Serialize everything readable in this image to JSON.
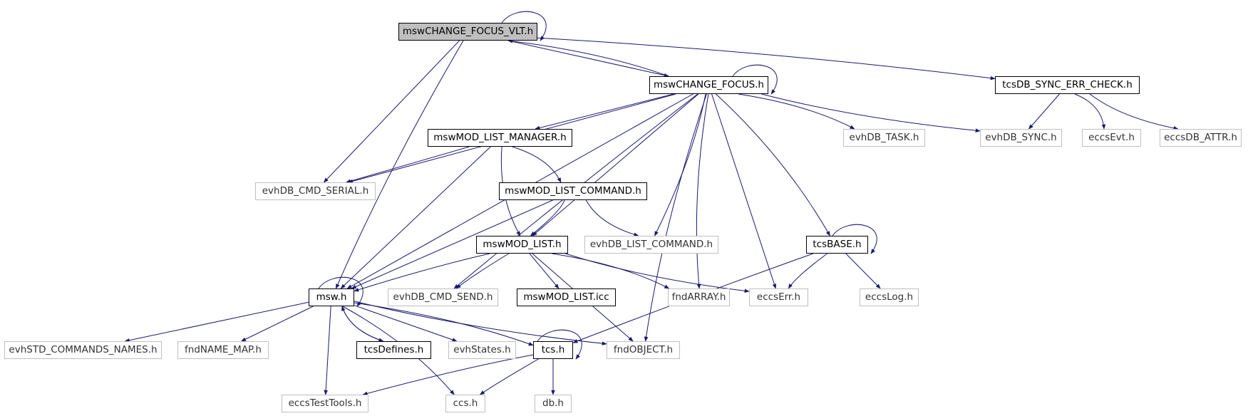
{
  "nodes": {
    "mswCHANGE_FOCUS_VLT": {
      "label": "mswCHANGE_FOCUS_VLT.h",
      "style": "root"
    },
    "mswCHANGE_FOCUS": {
      "label": "mswCHANGE_FOCUS.h",
      "style": "doc"
    },
    "tcsDB_SYNC_ERR_CHECK": {
      "label": "tcsDB_SYNC_ERR_CHECK.h",
      "style": "doc"
    },
    "mswMOD_LIST_MANAGER": {
      "label": "mswMOD_LIST_MANAGER.h",
      "style": "doc"
    },
    "evhDB_TASK": {
      "label": "evhDB_TASK.h",
      "style": "ext"
    },
    "evhDB_SYNC": {
      "label": "evhDB_SYNC.h",
      "style": "ext"
    },
    "eccsEvt": {
      "label": "eccsEvt.h",
      "style": "ext"
    },
    "eccsDB_ATTR": {
      "label": "eccsDB_ATTR.h",
      "style": "ext"
    },
    "evhDB_CMD_SERIAL": {
      "label": "evhDB_CMD_SERIAL.h",
      "style": "ext"
    },
    "mswMOD_LIST_COMMAND": {
      "label": "mswMOD_LIST_COMMAND.h",
      "style": "doc"
    },
    "mswMOD_LIST": {
      "label": "mswMOD_LIST.h",
      "style": "doc"
    },
    "evhDB_LIST_COMMAND": {
      "label": "evhDB_LIST_COMMAND.h",
      "style": "ext"
    },
    "tcsBASE": {
      "label": "tcsBASE.h",
      "style": "doc"
    },
    "msw": {
      "label": "msw.h",
      "style": "doc"
    },
    "evhDB_CMD_SEND": {
      "label": "evhDB_CMD_SEND.h",
      "style": "ext"
    },
    "mswMOD_LIST_icc": {
      "label": "mswMOD_LIST.icc",
      "style": "doc"
    },
    "fndARRAY": {
      "label": "fndARRAY.h",
      "style": "ext"
    },
    "eccsErr": {
      "label": "eccsErr.h",
      "style": "ext"
    },
    "eccsLog": {
      "label": "eccsLog.h",
      "style": "ext"
    },
    "evhSTD_COMMANDS_NAMES": {
      "label": "evhSTD_COMMANDS_NAMES.h",
      "style": "ext"
    },
    "fndNAME_MAP": {
      "label": "fndNAME_MAP.h",
      "style": "ext"
    },
    "tcsDefines": {
      "label": "tcsDefines.h",
      "style": "doc"
    },
    "evhStates": {
      "label": "evhStates.h",
      "style": "ext"
    },
    "tcs": {
      "label": "tcs.h",
      "style": "doc"
    },
    "fndOBJECT": {
      "label": "fndOBJECT.h",
      "style": "ext"
    },
    "eccsTestTools": {
      "label": "eccsTestTools.h",
      "style": "ext"
    },
    "ccs": {
      "label": "ccs.h",
      "style": "ext"
    },
    "db": {
      "label": "db.h",
      "style": "ext"
    }
  },
  "edges": [
    [
      "mswCHANGE_FOCUS_VLT",
      "mswCHANGE_FOCUS_VLT"
    ],
    [
      "mswCHANGE_FOCUS_VLT",
      "mswCHANGE_FOCUS"
    ],
    [
      "mswCHANGE_FOCUS_VLT",
      "tcsDB_SYNC_ERR_CHECK"
    ],
    [
      "mswCHANGE_FOCUS_VLT",
      "msw"
    ],
    [
      "mswCHANGE_FOCUS_VLT",
      "evhDB_CMD_SERIAL"
    ],
    [
      "mswCHANGE_FOCUS",
      "mswCHANGE_FOCUS_VLT"
    ],
    [
      "mswCHANGE_FOCUS",
      "mswCHANGE_FOCUS"
    ],
    [
      "mswCHANGE_FOCUS",
      "mswMOD_LIST_MANAGER"
    ],
    [
      "mswCHANGE_FOCUS",
      "evhDB_TASK"
    ],
    [
      "mswCHANGE_FOCUS",
      "evhDB_SYNC"
    ],
    [
      "mswCHANGE_FOCUS",
      "evhDB_CMD_SERIAL"
    ],
    [
      "mswCHANGE_FOCUS",
      "msw"
    ],
    [
      "mswCHANGE_FOCUS",
      "evhDB_CMD_SEND"
    ],
    [
      "mswCHANGE_FOCUS",
      "mswMOD_LIST"
    ],
    [
      "mswCHANGE_FOCUS",
      "evhDB_LIST_COMMAND"
    ],
    [
      "mswCHANGE_FOCUS",
      "fndARRAY"
    ],
    [
      "mswCHANGE_FOCUS",
      "eccsErr"
    ],
    [
      "mswCHANGE_FOCUS",
      "tcsBASE"
    ],
    [
      "mswCHANGE_FOCUS",
      "fndOBJECT"
    ],
    [
      "tcsDB_SYNC_ERR_CHECK",
      "evhDB_SYNC"
    ],
    [
      "tcsDB_SYNC_ERR_CHECK",
      "eccsEvt"
    ],
    [
      "tcsDB_SYNC_ERR_CHECK",
      "eccsDB_ATTR"
    ],
    [
      "mswMOD_LIST_MANAGER",
      "evhDB_CMD_SERIAL"
    ],
    [
      "mswMOD_LIST_MANAGER",
      "mswMOD_LIST_COMMAND"
    ],
    [
      "mswMOD_LIST_MANAGER",
      "mswMOD_LIST"
    ],
    [
      "mswMOD_LIST_MANAGER",
      "msw"
    ],
    [
      "mswMOD_LIST_COMMAND",
      "mswMOD_LIST"
    ],
    [
      "mswMOD_LIST_COMMAND",
      "evhDB_LIST_COMMAND"
    ],
    [
      "mswMOD_LIST_COMMAND",
      "msw"
    ],
    [
      "mswMOD_LIST",
      "msw"
    ],
    [
      "mswMOD_LIST",
      "evhDB_CMD_SEND"
    ],
    [
      "mswMOD_LIST",
      "mswMOD_LIST_icc"
    ],
    [
      "mswMOD_LIST",
      "fndARRAY"
    ],
    [
      "mswMOD_LIST",
      "eccsErr"
    ],
    [
      "mswMOD_LIST",
      "fndOBJECT"
    ],
    [
      "tcsBASE",
      "tcsBASE"
    ],
    [
      "tcsBASE",
      "eccsErr"
    ],
    [
      "tcsBASE",
      "eccsLog"
    ],
    [
      "tcsBASE",
      "tcs"
    ],
    [
      "msw",
      "msw"
    ],
    [
      "msw",
      "evhSTD_COMMANDS_NAMES"
    ],
    [
      "msw",
      "fndNAME_MAP"
    ],
    [
      "msw",
      "tcsDefines"
    ],
    [
      "msw",
      "evhStates"
    ],
    [
      "msw",
      "tcs"
    ],
    [
      "msw",
      "fndOBJECT"
    ],
    [
      "msw",
      "eccsTestTools"
    ],
    [
      "msw",
      "ccs"
    ],
    [
      "tcsDefines",
      "msw"
    ],
    [
      "tcs",
      "tcs"
    ],
    [
      "tcs",
      "eccsTestTools"
    ],
    [
      "tcs",
      "ccs"
    ],
    [
      "tcs",
      "db"
    ]
  ],
  "colors": {
    "edge": "#191970",
    "node_border": "#000000",
    "ext_border": "#bfbfbf",
    "root_fill": "#bfbfbf"
  }
}
